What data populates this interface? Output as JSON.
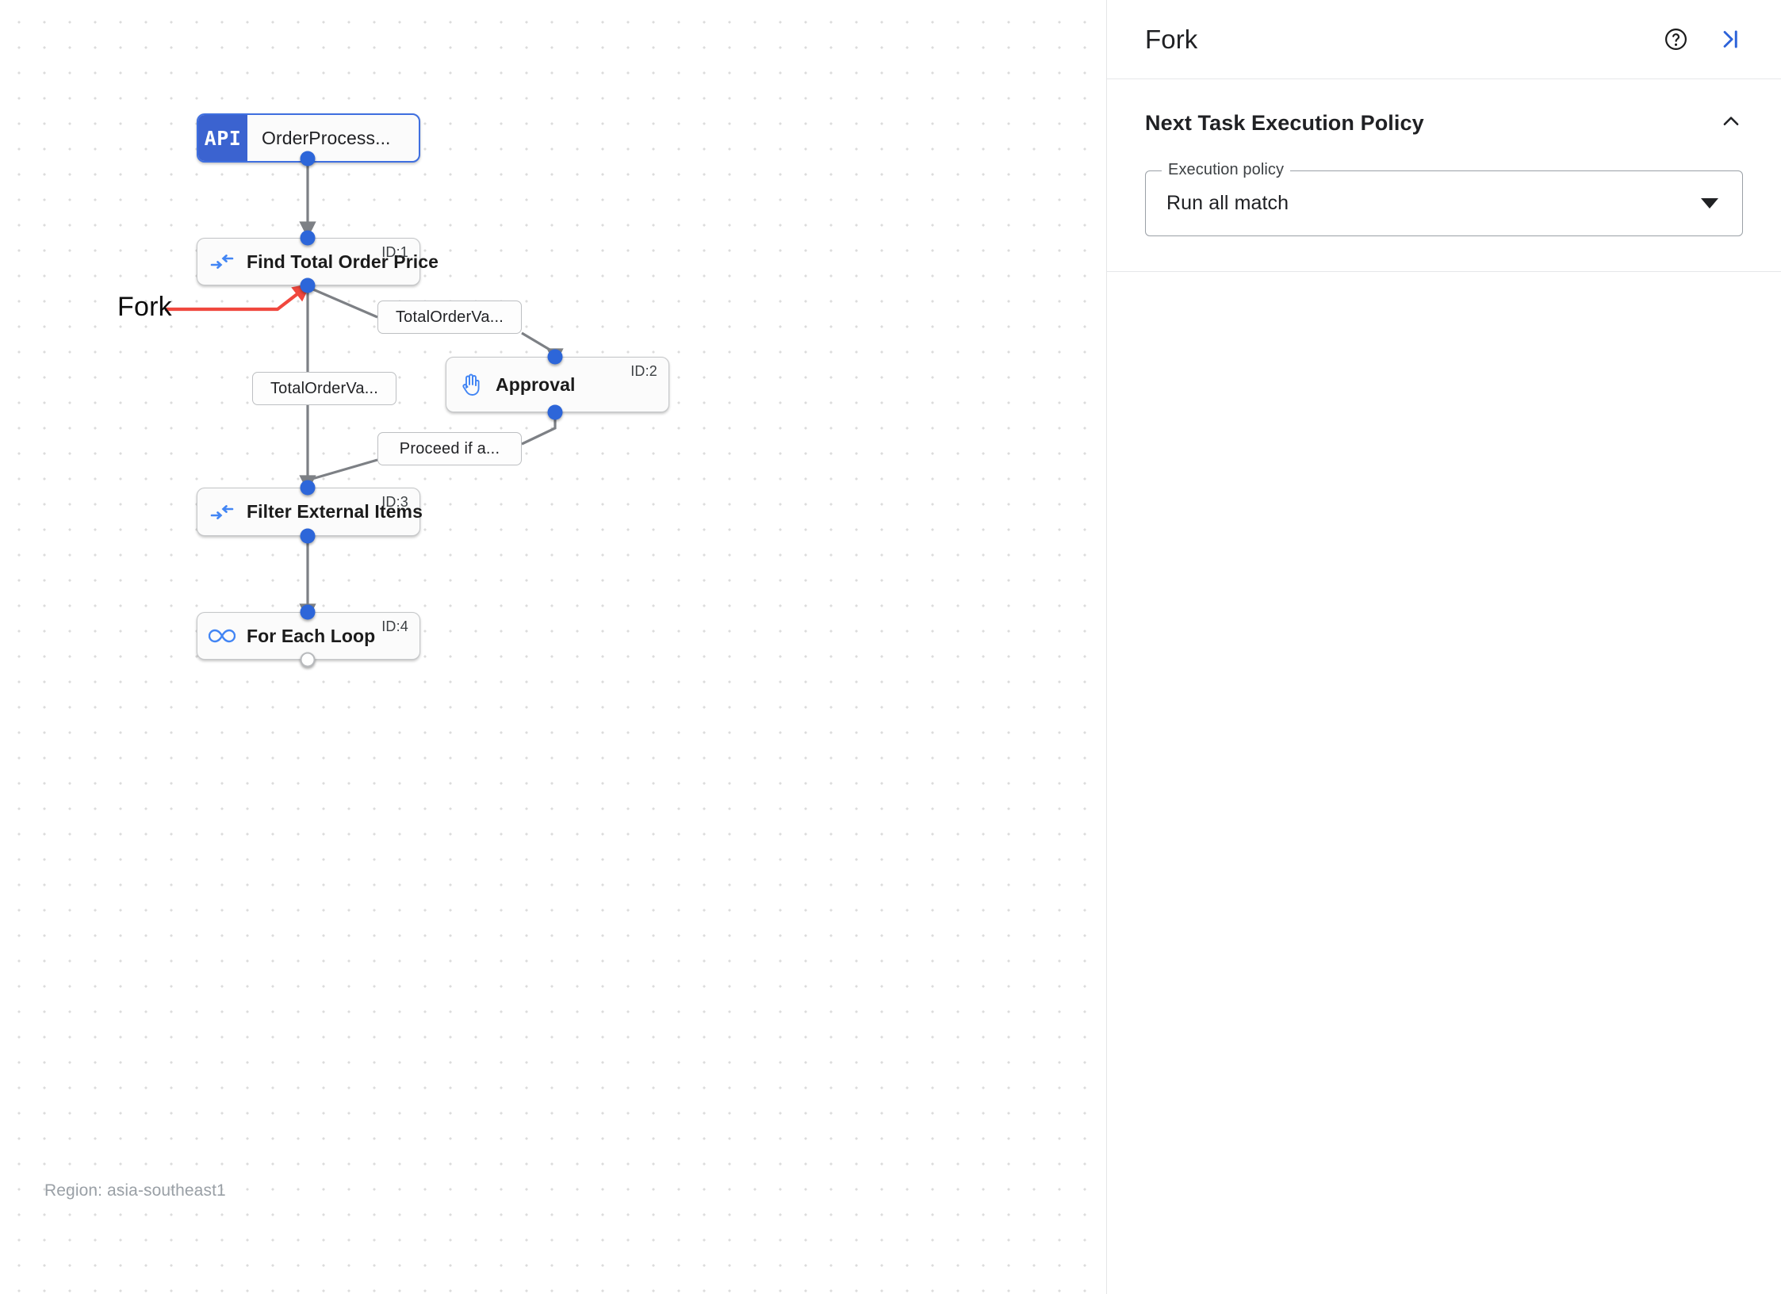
{
  "canvas": {
    "region_text": "Region: asia-southeast1",
    "annotation": {
      "label": "Fork",
      "color": "#f0483e"
    },
    "nodes": [
      {
        "key": "order-process",
        "type": "api-trigger",
        "badge": "API",
        "title": "OrderProcess...",
        "id_label": "",
        "icon": "api-badge-icon"
      },
      {
        "key": "find-total-order-price",
        "type": "task",
        "title": "Find Total Order Price",
        "id_label": "ID:1",
        "icon": "converge-arrows-icon"
      },
      {
        "key": "approval",
        "type": "task",
        "title": "Approval",
        "id_label": "ID:2",
        "icon": "hand-icon"
      },
      {
        "key": "filter-external-items",
        "type": "task",
        "title": "Filter External Items",
        "id_label": "ID:3",
        "icon": "converge-arrows-icon"
      },
      {
        "key": "for-each-loop",
        "type": "task",
        "title": "For Each Loop",
        "id_label": "ID:4",
        "icon": "infinity-icon"
      }
    ],
    "edge_labels": [
      {
        "key": "cond-approval-branch",
        "text": "TotalOrderVa..."
      },
      {
        "key": "cond-direct-branch",
        "text": "TotalOrderVa..."
      },
      {
        "key": "cond-proceed",
        "text": "Proceed if a..."
      }
    ]
  },
  "panel": {
    "title": "Fork",
    "help_icon": "help-circle-icon",
    "collapse_icon": "collapse-panel-right-icon",
    "sections": [
      {
        "key": "next-task-execution-policy",
        "title": "Next Task Execution Policy",
        "chevron": "chevron-up-icon",
        "field": {
          "label": "Execution policy",
          "value": "Run all match",
          "arrow": "dropdown-arrow-icon"
        }
      }
    ]
  }
}
